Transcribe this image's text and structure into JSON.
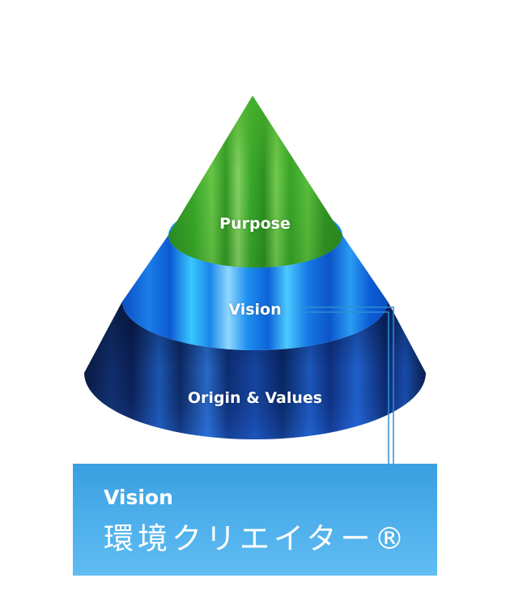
{
  "layers": {
    "purpose": "Purpose",
    "vision": "Vision",
    "origin": "Origin & Values"
  },
  "callout": {
    "title": "Vision",
    "text": "環境クリエイター®"
  },
  "colors": {
    "purpose": "#3fa52a",
    "vision": "#1686e6",
    "origin": "#0a2a6e",
    "callout": "#45aae8",
    "connector": "#2b8fd6"
  }
}
